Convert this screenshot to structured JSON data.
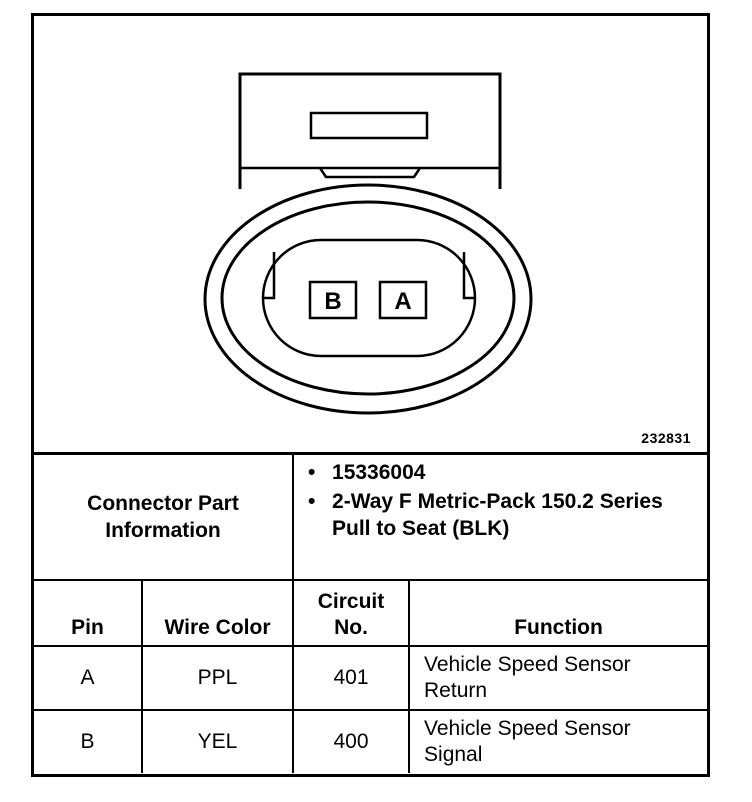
{
  "diagram": {
    "figure_number": "232831",
    "cavity_labels": [
      "B",
      "A"
    ]
  },
  "connector_info": {
    "label": "Connector Part Information",
    "items": [
      "15336004",
      "2-Way F Metric-Pack 150.2 Series Pull to Seat (BLK)"
    ]
  },
  "pin_table": {
    "headers": [
      "Pin",
      "Wire Color",
      "Circuit No.",
      "Function"
    ],
    "rows": [
      {
        "pin": "A",
        "wire_color": "PPL",
        "circuit": "401",
        "function": "Vehicle Speed Sensor Return"
      },
      {
        "pin": "B",
        "wire_color": "YEL",
        "circuit": "400",
        "function": "Vehicle Speed Sensor Signal"
      }
    ]
  }
}
